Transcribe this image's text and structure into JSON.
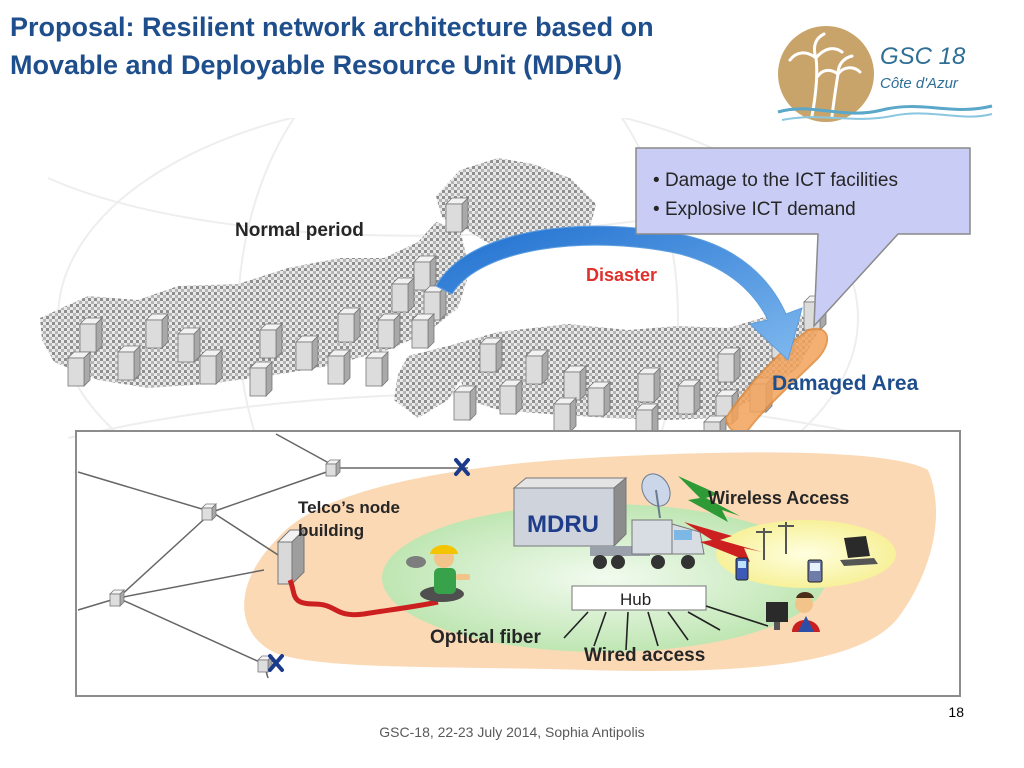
{
  "slide": {
    "title_line1": "Proposal: Resilient network architecture based on",
    "title_line2": "Movable and Deployable Resource Unit (MDRU)",
    "footer": "GSC-18, 22-23 July 2014, Sophia Antipolis",
    "page_number": "18"
  },
  "logo": {
    "line1": "GSC 18",
    "line2": "Côte d'Azur"
  },
  "diagram": {
    "normal_period": "Normal period",
    "disaster": "Disaster",
    "damaged_area": "Damaged Area",
    "callout_items": [
      "Damage to the ICT facilities",
      "Explosive ICT demand"
    ],
    "telco_line1": "Telco’s node",
    "telco_line2": "building",
    "mdru": "MDRU",
    "wireless_access": "Wireless Access",
    "hub": "Hub",
    "optical_fiber": "Optical fiber",
    "wired_access": "Wired access"
  },
  "colors": {
    "title": "#1f4e8c",
    "disaster": "#e0302a",
    "damaged_area_text": "#1f4e8c",
    "damaged_area_fill": "#f3a35a",
    "callout_fill": "#c9cdf5",
    "network_area_fill": "#fbd9b5",
    "ground_ellipse": "#d7f0cf",
    "optical_fiber_cable": "#cc1f1f"
  },
  "icons": [
    "palm-tree-logo",
    "building-icon",
    "worker-icon",
    "truck-icon",
    "satellite-dish-icon",
    "antenna-icon",
    "laptop-icon",
    "mobile-phone-icon",
    "user-at-pc-icon",
    "broken-link-x-icon"
  ]
}
